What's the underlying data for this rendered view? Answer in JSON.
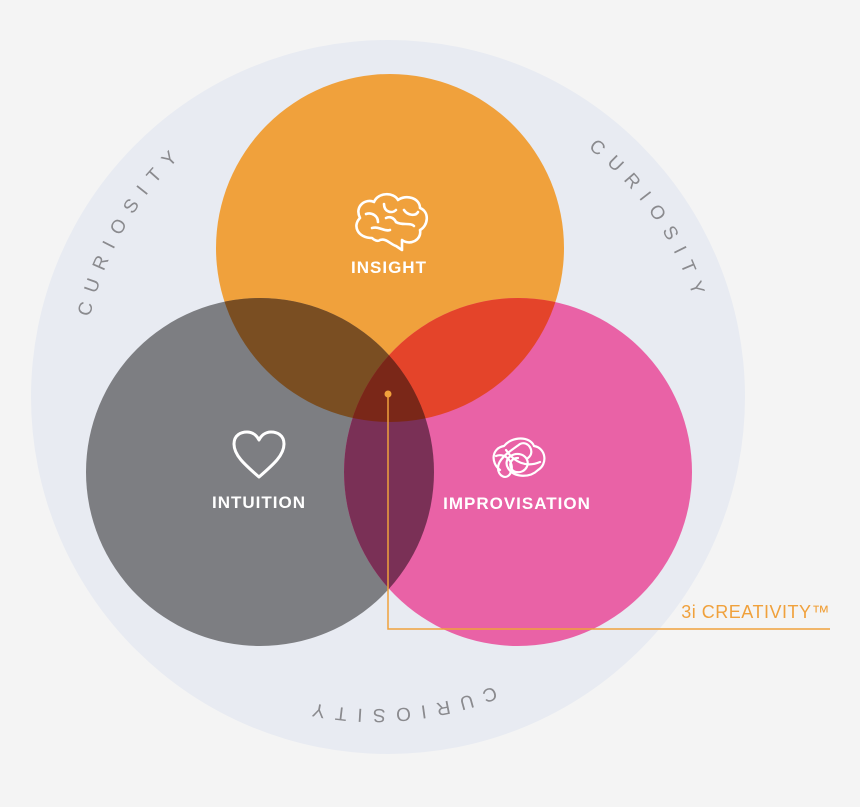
{
  "diagram": {
    "outer_ring": {
      "label": "CURIOSITY",
      "color": "#e8ebf2",
      "text_color": "#8a8a8e"
    },
    "sets": [
      {
        "id": "insight",
        "label": "INSIGHT",
        "icon": "brain-icon",
        "color": "#f0a13c"
      },
      {
        "id": "intuition",
        "label": "INTUITION",
        "icon": "heart-icon",
        "color": "#7d7e82"
      },
      {
        "id": "improvisation",
        "label": "IMPROVISATION",
        "icon": "scribble-icon",
        "color": "#e962a6"
      }
    ],
    "overlaps": {
      "insight_intuition": "#7a4e22",
      "insight_improvisation": "#e4442a",
      "intuition_improvisation": "#7a3056",
      "center": "#7a2718"
    },
    "callout": {
      "label": "3i CREATIVITY™",
      "color": "#f0a13c"
    }
  }
}
